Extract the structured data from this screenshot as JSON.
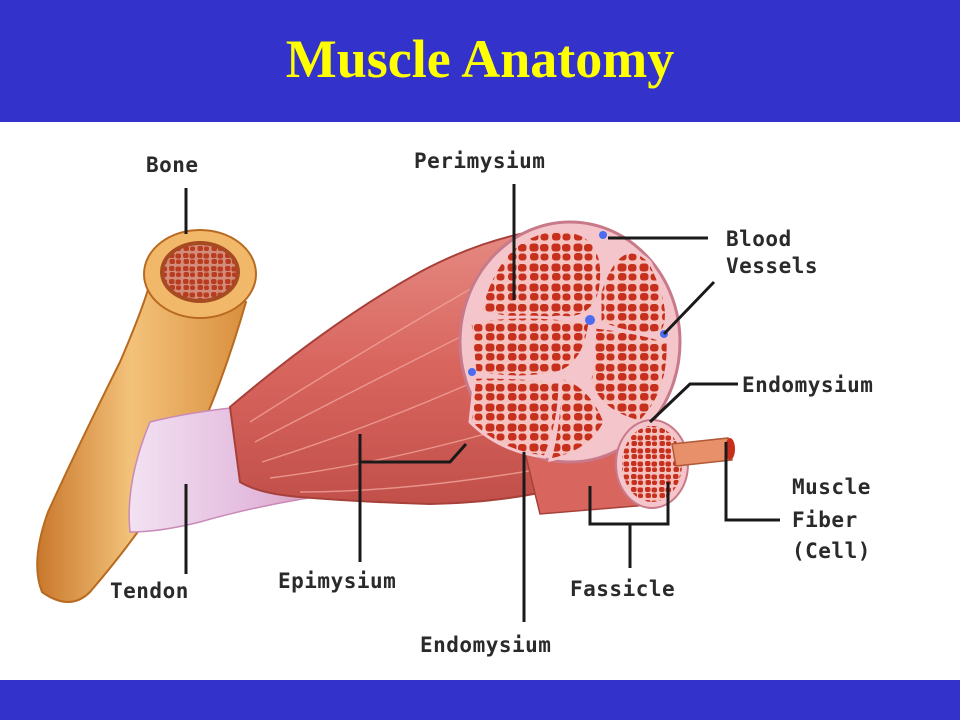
{
  "slide": {
    "title": "Muscle Anatomy",
    "header_color": "#3333cc",
    "title_color": "#ffff00"
  },
  "diagram": {
    "labels": {
      "bone": "Bone",
      "perimysium": "Perimysium",
      "blood_vessels_line1": "Blood",
      "blood_vessels_line2": "Vessels",
      "endomysium_right": "Endomysium",
      "muscle_fiber_line1": "Muscle",
      "muscle_fiber_line2": "Fiber",
      "muscle_fiber_line3": "(Cell)",
      "tendon": "Tendon",
      "epimysium": "Epimysium",
      "fassicle": "Fassicle",
      "endomysium_bottom": "Endomysium"
    },
    "colors": {
      "bone": "#e8a95a",
      "tendon": "#e6c8e6",
      "muscle": "#d96a64",
      "fiber": "#c8301e",
      "blood_vessel": "#4a6cf0"
    }
  }
}
